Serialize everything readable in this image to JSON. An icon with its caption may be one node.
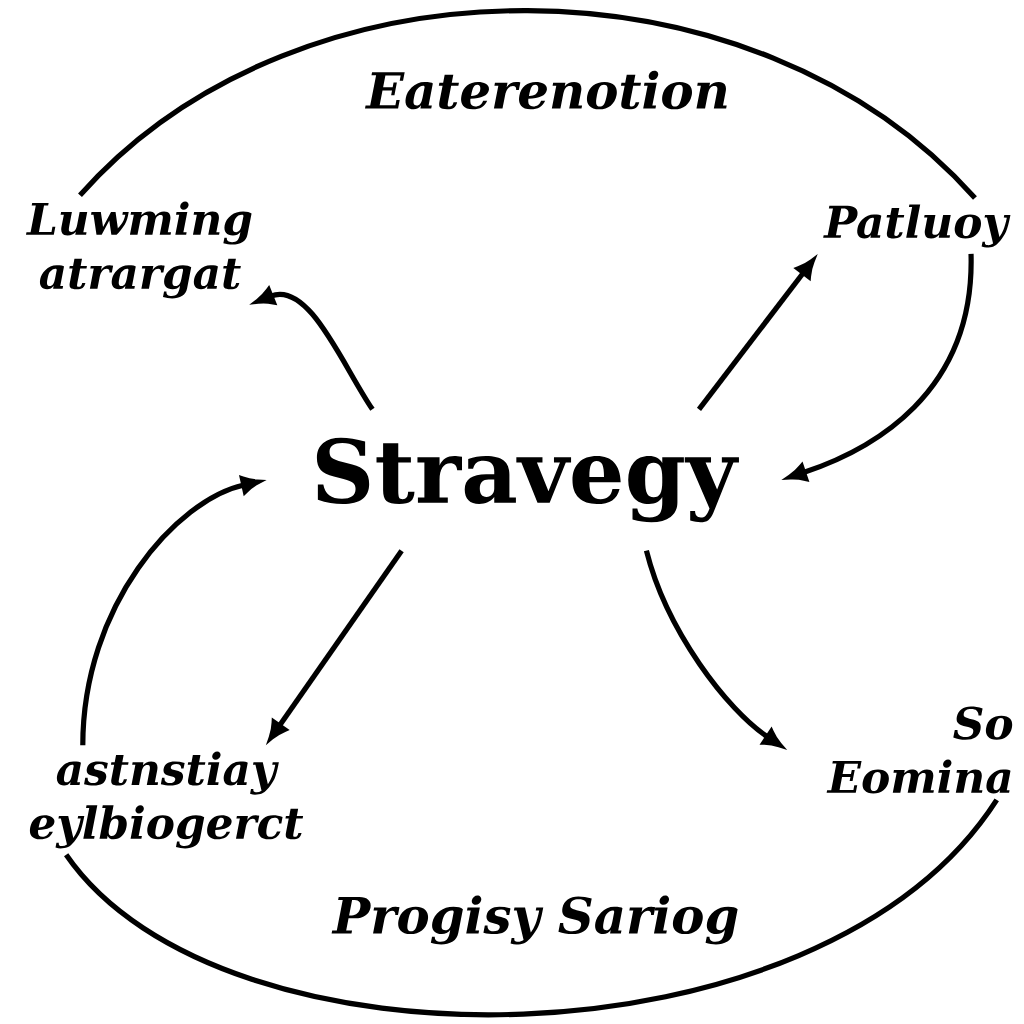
{
  "diagram": {
    "nodes": [
      {
        "text": [
          "Stravegy"
        ]
      },
      {
        "text": [
          "Luwming atrargat"
        ]
      },
      {
        "text": [
          "Patluoy"
        ]
      },
      {
        "text": [
          "astnstiay eylbiogerct"
        ]
      },
      {
        "text": [
          "So Eomina"
        ]
      }
    ],
    "edges": [
      {
        "from": 0,
        "to": 1,
        "arrow": "to"
      },
      {
        "from": 0,
        "to": 2,
        "arrow": "to"
      },
      {
        "from": 2,
        "to": 0,
        "arrow": "to"
      },
      {
        "from": 0,
        "to": 3,
        "arrow": "to"
      },
      {
        "from": 3,
        "to": 0,
        "arrow": "to"
      },
      {
        "from": 0,
        "to": 4,
        "arrow": "to"
      },
      {
        "from": 1,
        "to": 2,
        "arrow": "none"
      },
      {
        "from": 4,
        "to": 3,
        "arrow": "none"
      }
    ],
    "labels": [
      "Eaterenotion",
      "Progisy Sariog"
    ]
  }
}
